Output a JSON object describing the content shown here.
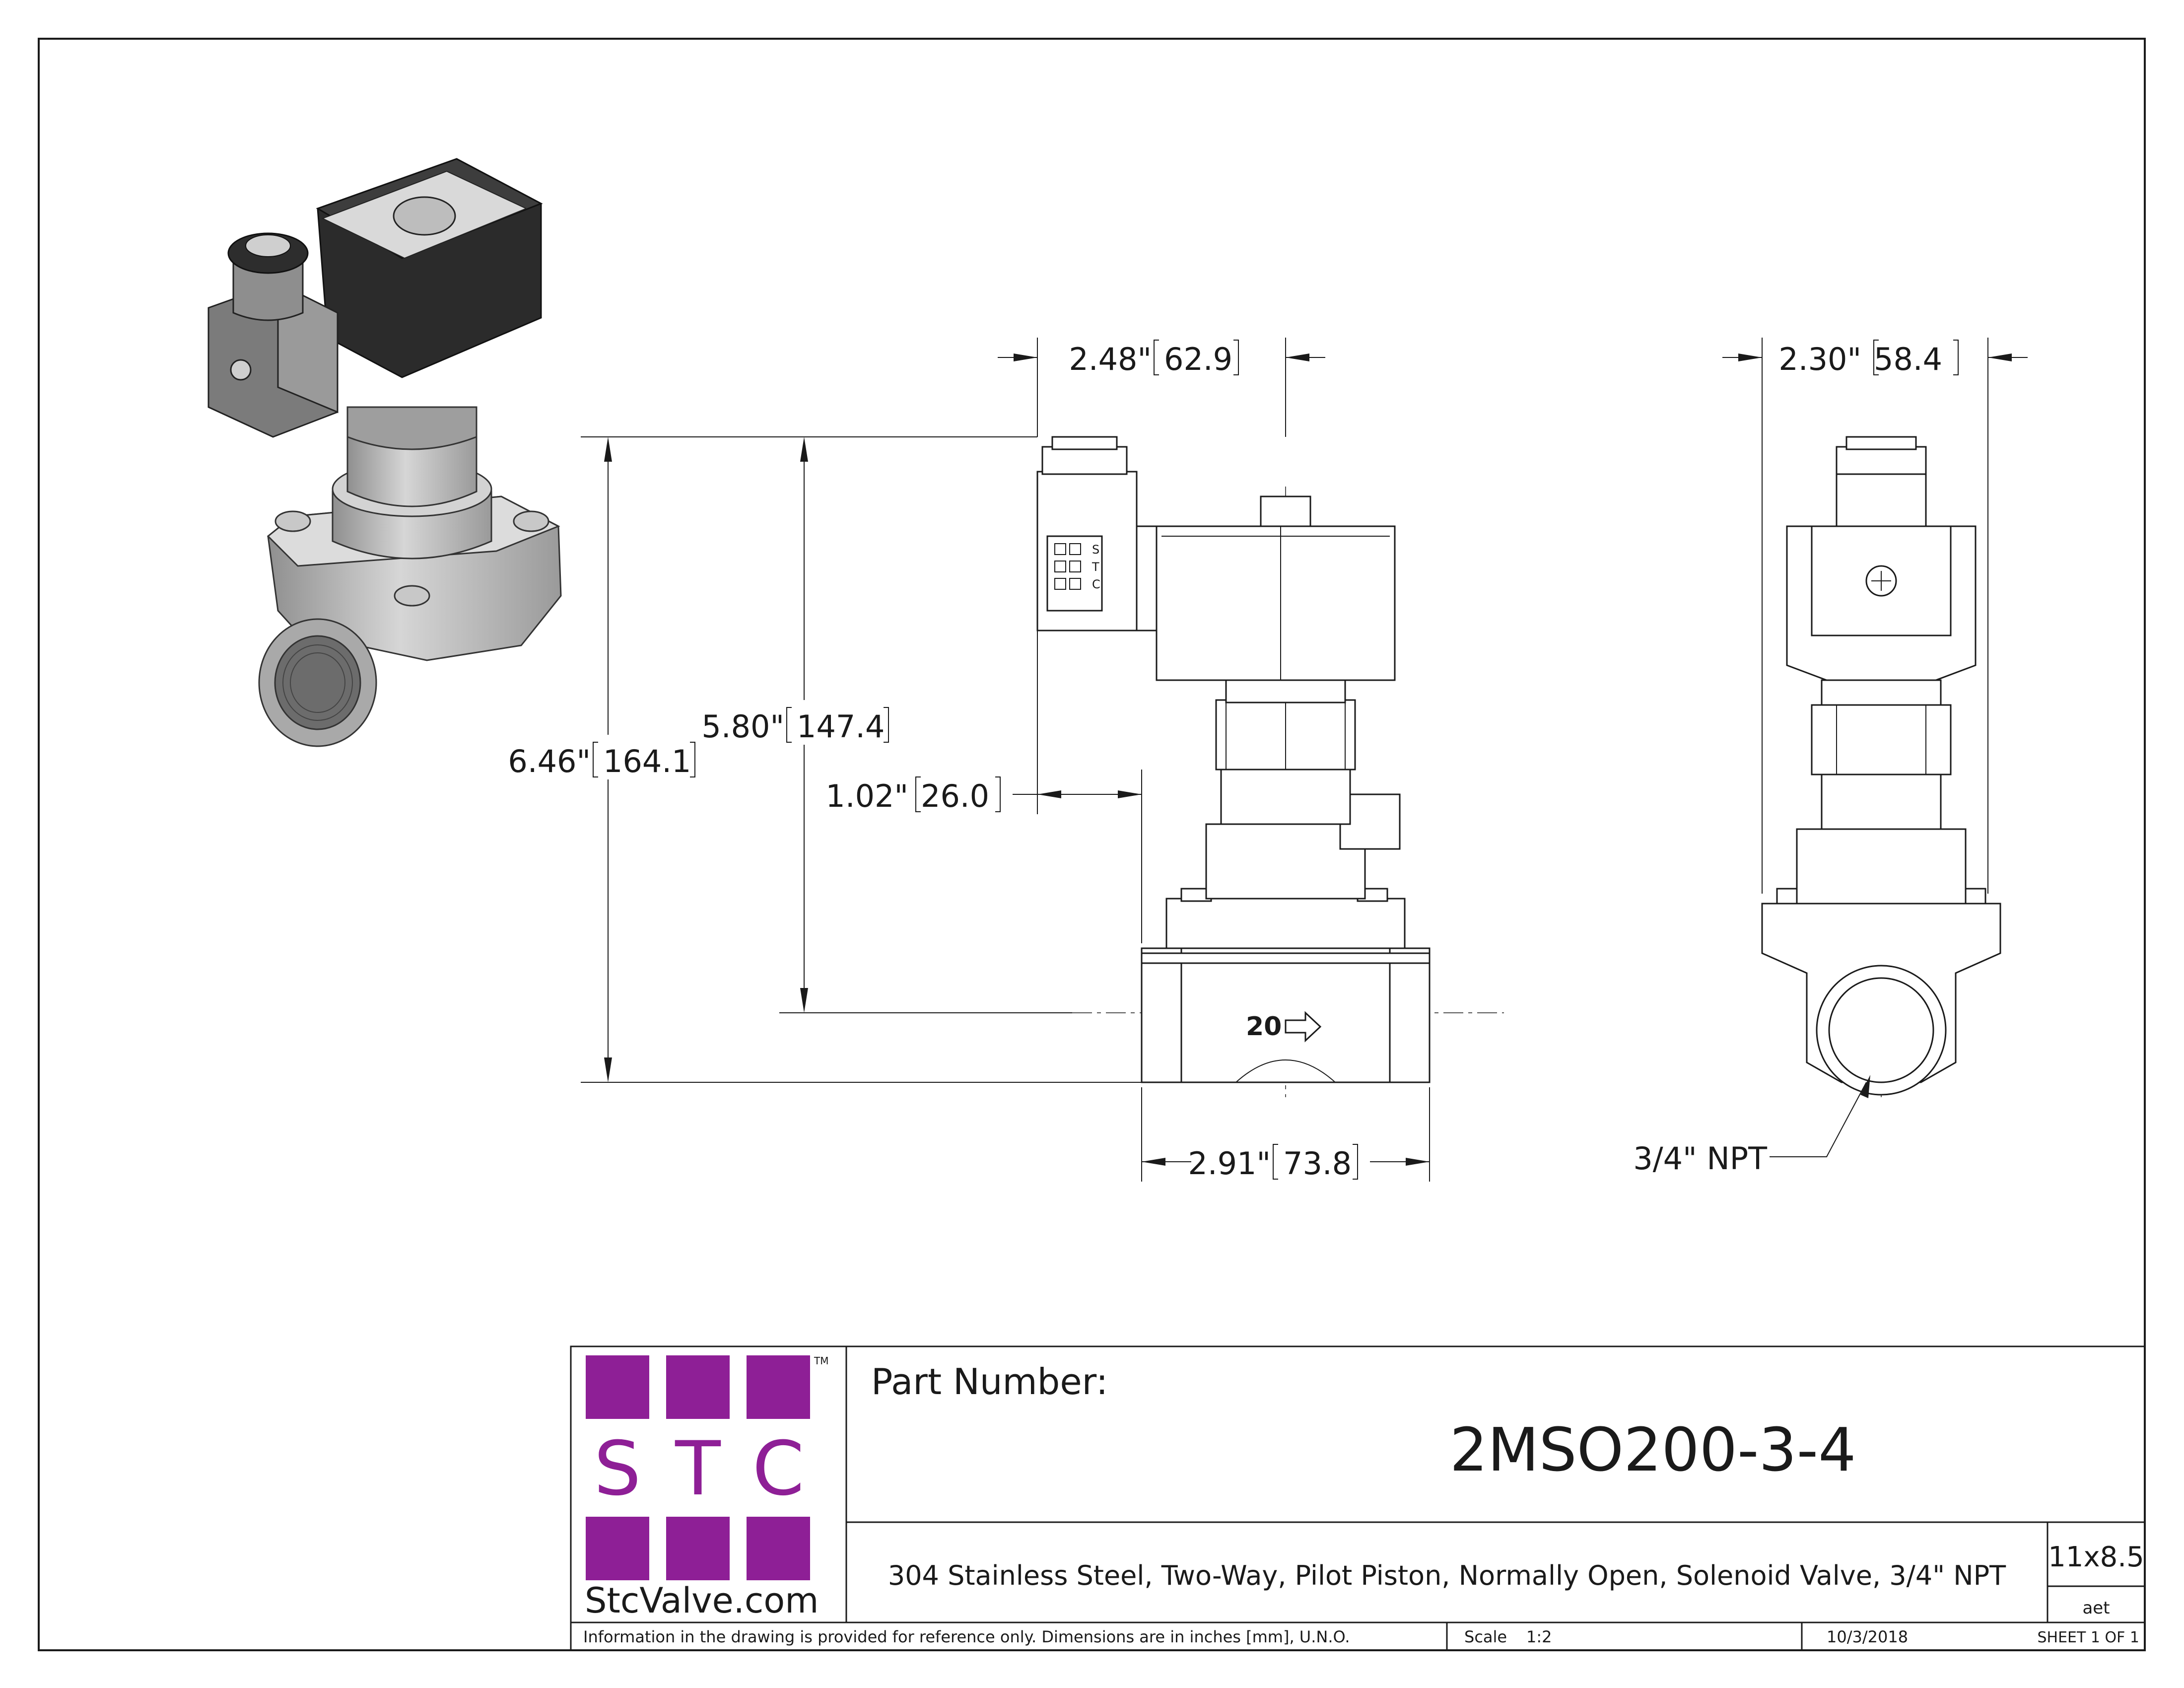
{
  "dimensions": {
    "top_width_side": "2.48\"",
    "top_width_side_mm": "62.9",
    "top_width_end": "2.30\"",
    "top_width_end_mm": "58.4",
    "overall_height": "6.46\"",
    "overall_height_mm": "164.1",
    "height_to_port": "5.80\"",
    "height_to_port_mm": "147.4",
    "coil_offset": "1.02\"",
    "coil_offset_mm": "26.0",
    "body_length": "2.91\"",
    "body_length_mm": "73.8",
    "port_callout": "3/4\" NPT"
  },
  "part_marking": {
    "size": "20",
    "box_letters": [
      "S",
      "T",
      "C"
    ]
  },
  "title_block": {
    "logo_letters": [
      "S",
      "T",
      "C"
    ],
    "trademark": "TM",
    "website": "StcValve.com",
    "part_number_label": "Part Number:",
    "part_number": "2MSO200-3-4",
    "description": "304 Stainless Steel, Two-Way, Pilot Piston, Normally Open, Solenoid Valve, 3/4\" NPT",
    "sheet_size": "11x8.5",
    "drawn_by": "aet",
    "disclaimer": "Information in the drawing is provided for reference only. Dimensions are in inches [mm], U.N.O.",
    "scale_label": "Scale",
    "scale_value": "1:2",
    "date": "10/3/2018",
    "sheet": "SHEET 1 OF 1"
  },
  "colors": {
    "logo_purple": "#8e1f96",
    "coil_dark": "#2b2b2b",
    "steel_gray": "#b9b9b9",
    "line": "#1a1a1a"
  }
}
